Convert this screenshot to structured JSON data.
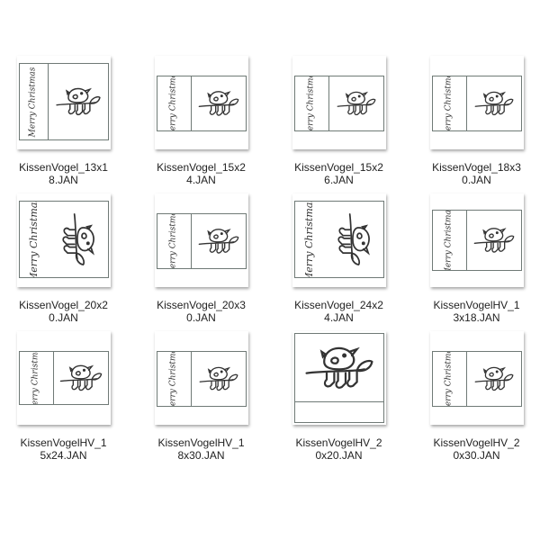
{
  "thumbnail_art_text": "Merry Christmas",
  "files": [
    {
      "name_line1": "KissenVogel_13x1",
      "name_line2": "8.JAN"
    },
    {
      "name_line1": "KissenVogel_15x2",
      "name_line2": "4.JAN"
    },
    {
      "name_line1": "KissenVogel_15x2",
      "name_line2": "6.JAN"
    },
    {
      "name_line1": "KissenVogel_18x3",
      "name_line2": "0.JAN"
    },
    {
      "name_line1": "KissenVogel_20x2",
      "name_line2": "0.JAN"
    },
    {
      "name_line1": "KissenVogel_20x3",
      "name_line2": "0.JAN"
    },
    {
      "name_line1": "KissenVogel_24x2",
      "name_line2": "4.JAN"
    },
    {
      "name_line1": "KissenVogelHV_1",
      "name_line2": "3x18.JAN"
    },
    {
      "name_line1": "KissenVogelHV_1",
      "name_line2": "5x24.JAN"
    },
    {
      "name_line1": "KissenVogelHV_1",
      "name_line2": "8x30.JAN"
    },
    {
      "name_line1": "KissenVogelHV_2",
      "name_line2": "0x20.JAN"
    },
    {
      "name_line1": "KissenVogelHV_2",
      "name_line2": "0x30.JAN"
    }
  ]
}
